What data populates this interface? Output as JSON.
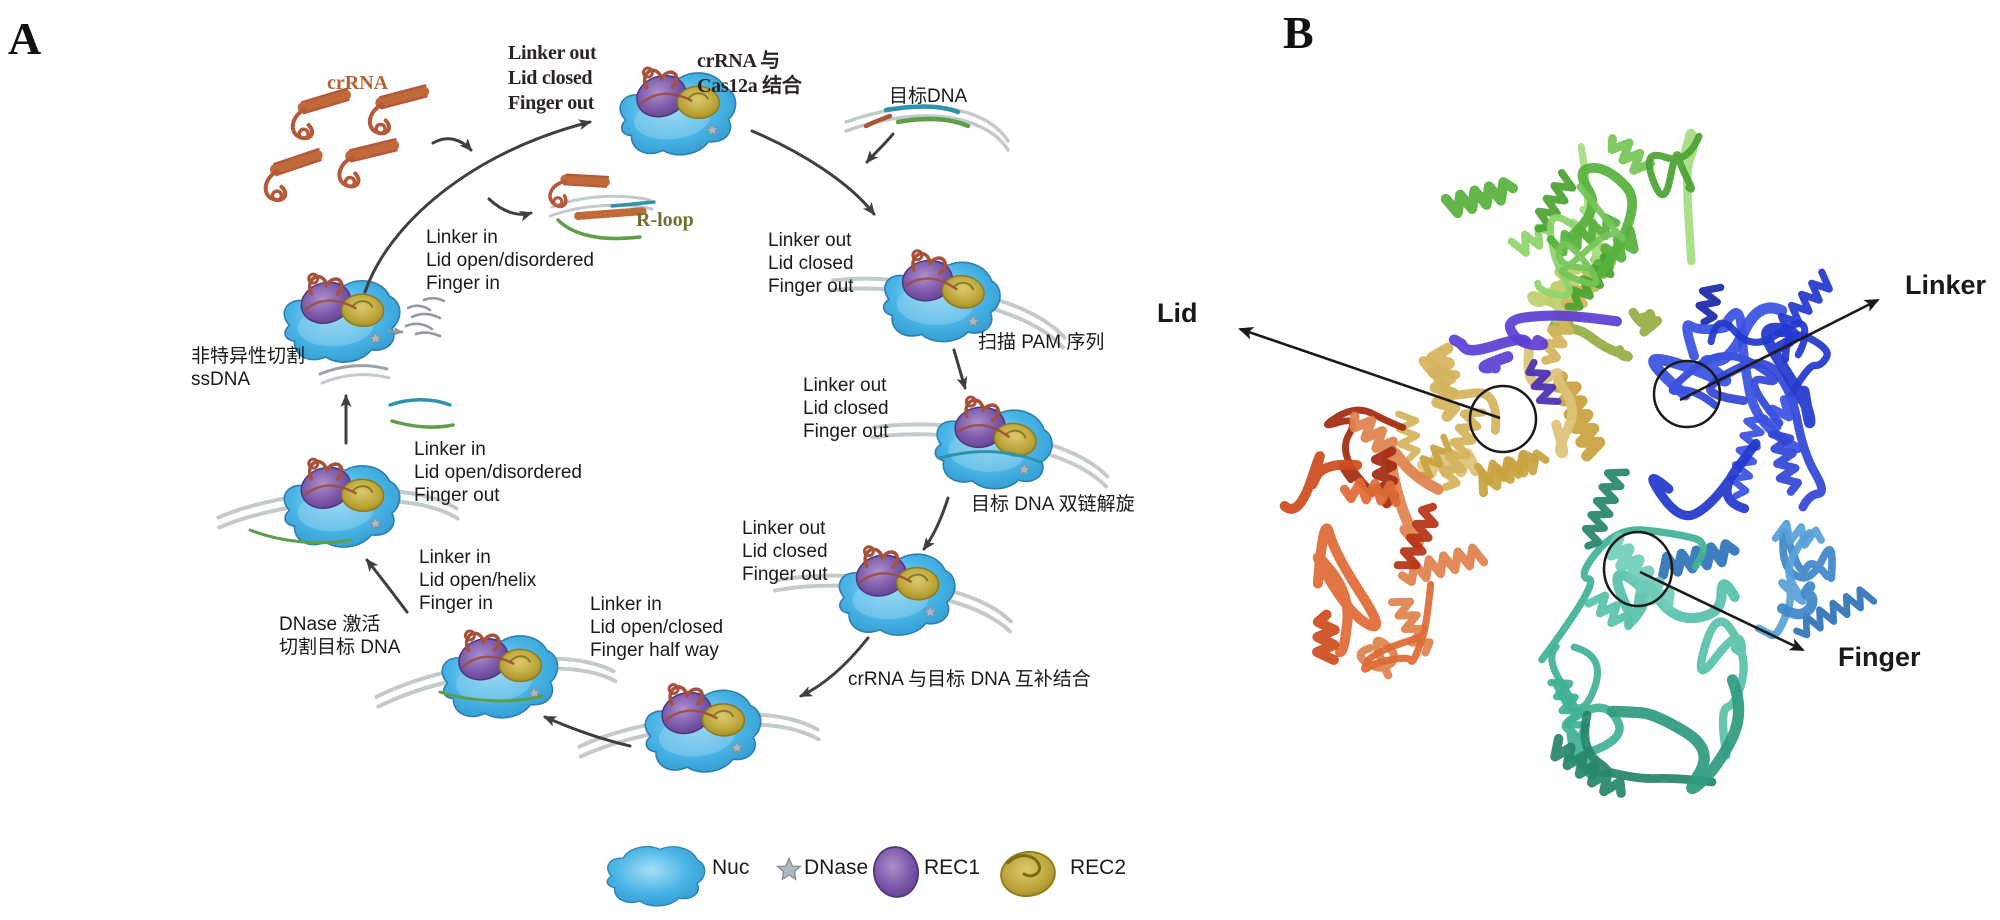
{
  "panel_a": {
    "label": "A",
    "crrna_label": "crRNA",
    "rloop_label": "R-loop",
    "target_dna_label": "目标DNA",
    "state_top": "Linker out\nLid closed\nFinger out",
    "binding_note": "crRNA 与\nCas12a 结合",
    "state_right1": "Linker out\nLid closed\nFinger out",
    "scan_note": "扫描 PAM 序列",
    "state_right2": "Linker out\nLid closed\nFinger out",
    "unwind_note": "目标 DNA 双链解旋",
    "state_right3": "Linker out\nLid closed\nFinger out",
    "complement_note": "crRNA 与目标 DNA 互补结合",
    "state_bottom": "Linker in\nLid open/closed\nFinger half way",
    "state_bottom_left": "Linker in\nLid open/helix\nFinger in",
    "dnase_note": "DNase 激活\n切割目标 DNA",
    "state_left": "Linker in\nLid open/disordered\nFinger out",
    "nonspecific_note": "非特异性切割\nssDNA",
    "state_inner": "Linker in\nLid open/disordered\nFinger in"
  },
  "panel_b": {
    "label": "B",
    "lid_label": "Lid",
    "linker_label": "Linker",
    "finger_label": "Finger"
  },
  "legend": {
    "items": [
      {
        "label": "Nuc",
        "color": "#45b0e5"
      },
      {
        "label": "DNase",
        "color": "#9aa6b2"
      },
      {
        "label": "REC1",
        "color": "#7a55a8"
      },
      {
        "label": "REC2",
        "color": "#b8a236"
      }
    ]
  },
  "colors": {
    "crrna": "#b5623a",
    "crrna_text": "#b5622f",
    "rloop_text": "#6f7030",
    "arrow": "#3f3f3f",
    "dna_gray": "#c3cacc",
    "teal_strand": "#2f93ac",
    "green_strand": "#5f9e49"
  }
}
